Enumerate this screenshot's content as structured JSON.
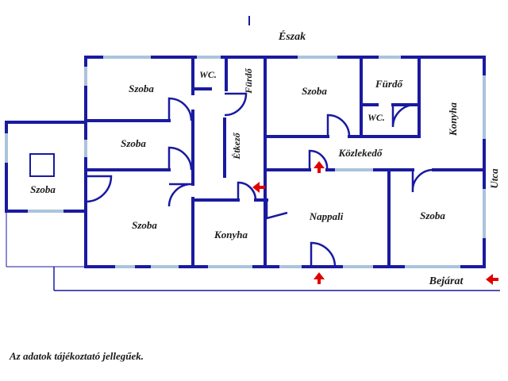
{
  "north_label": "Észak",
  "street_label": "Utca",
  "entrance_label": "Bejárat",
  "rooms": {
    "szoba_top_left": "Szoba",
    "wc_left": "WC.",
    "furdo_left": "Fürdő",
    "szoba_top_mid": "Szoba",
    "furdo_right": "Fürdő",
    "wc_right": "WC.",
    "konyha_right": "Konyha",
    "szoba_mid_left": "Szoba",
    "etkezo": "Étkező",
    "kozlekedo": "Közlekedő",
    "szoba_annex": "Szoba",
    "szoba_bottom_left": "Szoba",
    "konyha_bottom": "Konyha",
    "nappali": "Nappali",
    "szoba_bottom_right": "Szoba"
  },
  "footnote": "Az adatok tájékoztató jellegűek.",
  "colors": {
    "wall": "#1a1aa0",
    "window": "#aac4dc",
    "arrow": "#e00000",
    "text": "#1a1a1a"
  }
}
